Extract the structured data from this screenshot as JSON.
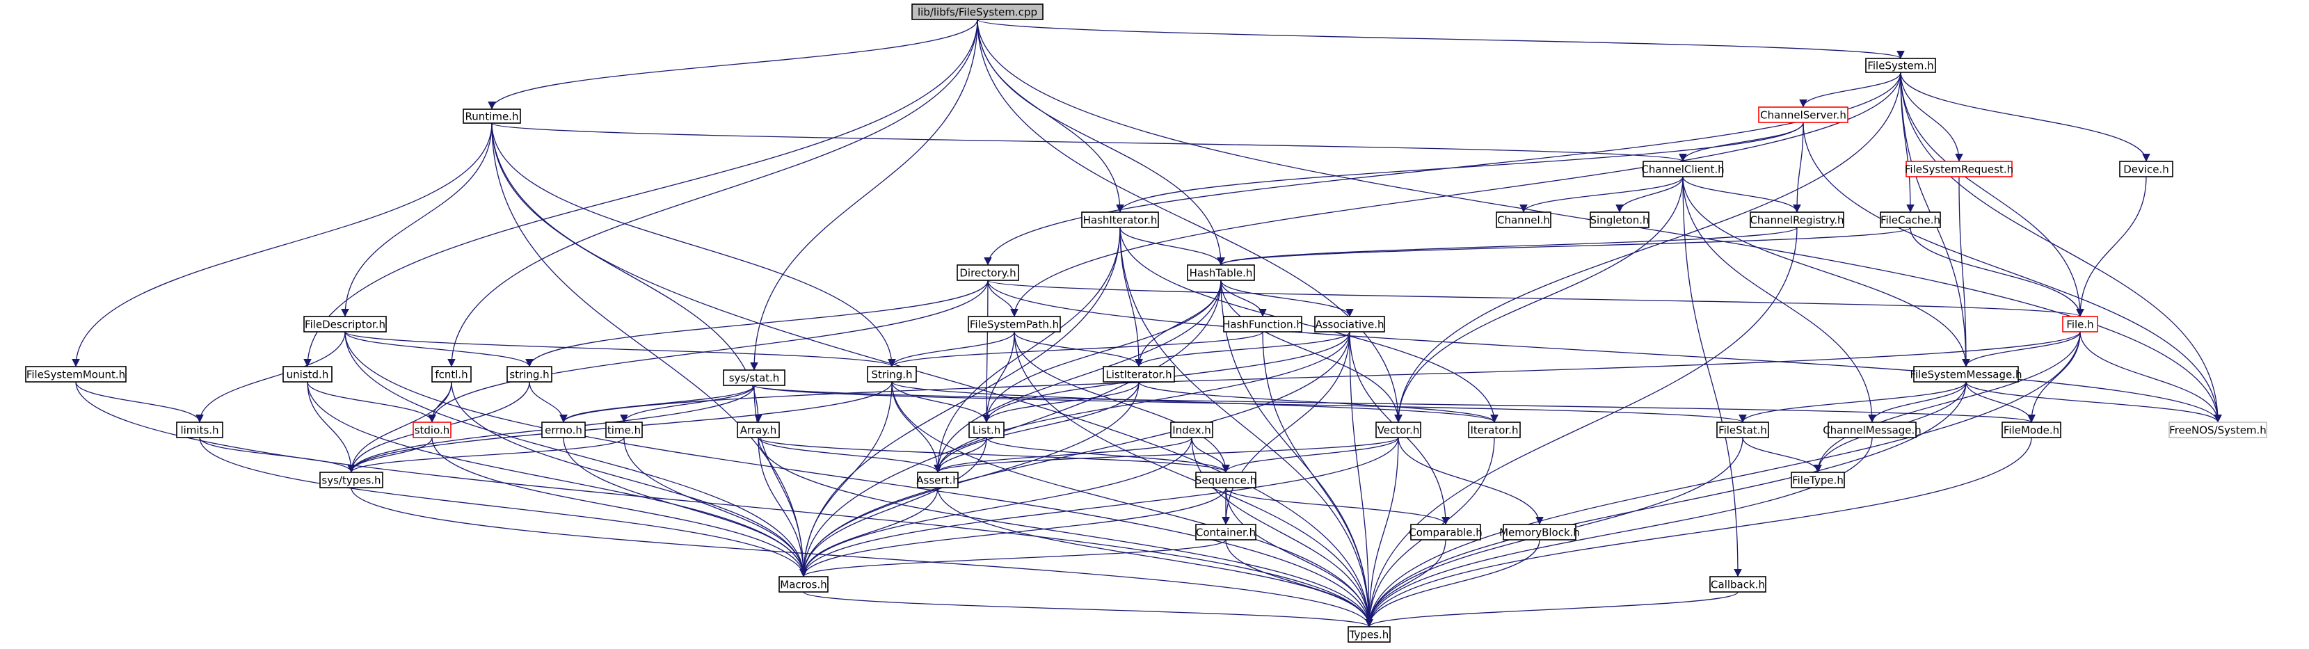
{
  "graph": {
    "colors": {
      "edge": "#191970",
      "root_fill": "#bfbfbf",
      "root_border": "#000000",
      "node_fill": "#ffffff",
      "node_border": "#000000",
      "truncated_border": "#ff0000",
      "external_border": "#bfbfbf"
    },
    "nodes": [
      {
        "id": "root",
        "label": "lib/libfs/FileSystem.cpp",
        "kind": "root"
      },
      {
        "id": "filesystem_h",
        "label": "FileSystem.h",
        "kind": "normal"
      },
      {
        "id": "runtime_h",
        "label": "Runtime.h",
        "kind": "normal"
      },
      {
        "id": "channelserver_h",
        "label": "ChannelServer.h",
        "kind": "truncated"
      },
      {
        "id": "filesystemrequest_h",
        "label": "FileSystemRequest.h",
        "kind": "truncated"
      },
      {
        "id": "device_h",
        "label": "Device.h",
        "kind": "normal"
      },
      {
        "id": "channelclient_h",
        "label": "ChannelClient.h",
        "kind": "normal"
      },
      {
        "id": "hashiterator_h",
        "label": "HashIterator.h",
        "kind": "normal"
      },
      {
        "id": "channel_h",
        "label": "Channel.h",
        "kind": "normal"
      },
      {
        "id": "singleton_h",
        "label": "Singleton.h",
        "kind": "normal"
      },
      {
        "id": "channelregistry_h",
        "label": "ChannelRegistry.h",
        "kind": "normal"
      },
      {
        "id": "filecache_h",
        "label": "FileCache.h",
        "kind": "normal"
      },
      {
        "id": "directory_h",
        "label": "Directory.h",
        "kind": "normal"
      },
      {
        "id": "hashtable_h",
        "label": "HashTable.h",
        "kind": "normal"
      },
      {
        "id": "file_h",
        "label": "File.h",
        "kind": "truncated"
      },
      {
        "id": "filedescriptor_h",
        "label": "FileDescriptor.h",
        "kind": "normal"
      },
      {
        "id": "filesystempath_h",
        "label": "FileSystemPath.h",
        "kind": "normal"
      },
      {
        "id": "hashfunction_h",
        "label": "HashFunction.h",
        "kind": "normal"
      },
      {
        "id": "associative_h",
        "label": "Associative.h",
        "kind": "normal"
      },
      {
        "id": "filesystemmount_h",
        "label": "FileSystemMount.h",
        "kind": "normal"
      },
      {
        "id": "unistd_h",
        "label": "unistd.h",
        "kind": "normal"
      },
      {
        "id": "fcntl_h",
        "label": "fcntl.h",
        "kind": "normal"
      },
      {
        "id": "string_h_lower",
        "label": "string.h",
        "kind": "normal"
      },
      {
        "id": "sysstat_h",
        "label": "sys/stat.h",
        "kind": "normal"
      },
      {
        "id": "string_h",
        "label": "String.h",
        "kind": "normal"
      },
      {
        "id": "listiterator_h",
        "label": "ListIterator.h",
        "kind": "normal"
      },
      {
        "id": "filesystemmessage_h",
        "label": "FileSystemMessage.h",
        "kind": "normal"
      },
      {
        "id": "limits_h",
        "label": "limits.h",
        "kind": "normal"
      },
      {
        "id": "stdio_h",
        "label": "stdio.h",
        "kind": "truncated"
      },
      {
        "id": "errno_h",
        "label": "errno.h",
        "kind": "normal"
      },
      {
        "id": "time_h",
        "label": "time.h",
        "kind": "normal"
      },
      {
        "id": "array_h",
        "label": "Array.h",
        "kind": "normal"
      },
      {
        "id": "list_h",
        "label": "List.h",
        "kind": "normal"
      },
      {
        "id": "iterator_h",
        "label": "Iterator.h",
        "kind": "normal"
      },
      {
        "id": "index_h",
        "label": "Index.h",
        "kind": "normal"
      },
      {
        "id": "vector_h",
        "label": "Vector.h",
        "kind": "normal"
      },
      {
        "id": "filestat_h",
        "label": "FileStat.h",
        "kind": "normal"
      },
      {
        "id": "channelmessage_h",
        "label": "ChannelMessage.h",
        "kind": "normal"
      },
      {
        "id": "filemode_h",
        "label": "FileMode.h",
        "kind": "normal"
      },
      {
        "id": "freenos_system_h",
        "label": "FreeNOS/System.h",
        "kind": "external"
      },
      {
        "id": "systypes_h",
        "label": "sys/types.h",
        "kind": "normal"
      },
      {
        "id": "assert_h",
        "label": "Assert.h",
        "kind": "normal"
      },
      {
        "id": "sequence_h",
        "label": "Sequence.h",
        "kind": "normal"
      },
      {
        "id": "filetype_h",
        "label": "FileType.h",
        "kind": "normal"
      },
      {
        "id": "container_h",
        "label": "Container.h",
        "kind": "normal"
      },
      {
        "id": "comparable_h",
        "label": "Comparable.h",
        "kind": "normal"
      },
      {
        "id": "memoryblock_h",
        "label": "MemoryBlock.h",
        "kind": "normal"
      },
      {
        "id": "callback_h",
        "label": "Callback.h",
        "kind": "normal"
      },
      {
        "id": "macros_h",
        "label": "Macros.h",
        "kind": "normal"
      },
      {
        "id": "types_h",
        "label": "Types.h",
        "kind": "normal"
      }
    ],
    "edges": [
      [
        "root",
        "filesystem_h"
      ],
      [
        "root",
        "runtime_h"
      ],
      [
        "root",
        "unistd_h"
      ],
      [
        "root",
        "fcntl_h"
      ],
      [
        "root",
        "sysstat_h"
      ],
      [
        "root",
        "hashiterator_h"
      ],
      [
        "root",
        "hashtable_h"
      ],
      [
        "root",
        "vector_h"
      ],
      [
        "root",
        "freenos_system_h"
      ],
      [
        "filesystem_h",
        "channelserver_h"
      ],
      [
        "filesystem_h",
        "filesystemrequest_h"
      ],
      [
        "filesystem_h",
        "device_h"
      ],
      [
        "filesystem_h",
        "filecache_h"
      ],
      [
        "filesystem_h",
        "directory_h"
      ],
      [
        "filesystem_h",
        "file_h"
      ],
      [
        "filesystem_h",
        "filesystempath_h"
      ],
      [
        "filesystem_h",
        "filesystemmessage_h"
      ],
      [
        "filesystem_h",
        "freenos_system_h"
      ],
      [
        "filesystem_h",
        "vector_h"
      ],
      [
        "runtime_h",
        "channelclient_h"
      ],
      [
        "runtime_h",
        "filedescriptor_h"
      ],
      [
        "runtime_h",
        "filesystemmount_h"
      ],
      [
        "runtime_h",
        "string_h"
      ],
      [
        "runtime_h",
        "array_h"
      ],
      [
        "runtime_h",
        "macros_h"
      ],
      [
        "runtime_h",
        "types_h"
      ],
      [
        "channelserver_h",
        "channelclient_h"
      ],
      [
        "channelserver_h",
        "channelregistry_h"
      ],
      [
        "channelserver_h",
        "hashiterator_h"
      ],
      [
        "channelserver_h",
        "freenos_system_h"
      ],
      [
        "filesystemrequest_h",
        "filesystemmessage_h"
      ],
      [
        "device_h",
        "file_h"
      ],
      [
        "channelclient_h",
        "channel_h"
      ],
      [
        "channelclient_h",
        "singleton_h"
      ],
      [
        "channelclient_h",
        "channelregistry_h"
      ],
      [
        "channelclient_h",
        "channelmessage_h"
      ],
      [
        "channelclient_h",
        "callback_h"
      ],
      [
        "channelclient_h",
        "vector_h"
      ],
      [
        "channelclient_h",
        "filesystemmessage_h"
      ],
      [
        "hashiterator_h",
        "hashtable_h"
      ],
      [
        "hashiterator_h",
        "listiterator_h"
      ],
      [
        "hashiterator_h",
        "iterator_h"
      ],
      [
        "hashiterator_h",
        "assert_h"
      ],
      [
        "hashiterator_h",
        "macros_h"
      ],
      [
        "hashiterator_h",
        "types_h"
      ],
      [
        "channelregistry_h",
        "hashtable_h"
      ],
      [
        "channelregistry_h",
        "types_h"
      ],
      [
        "filecache_h",
        "hashtable_h"
      ],
      [
        "filecache_h",
        "file_h"
      ],
      [
        "directory_h",
        "file_h"
      ],
      [
        "directory_h",
        "filesystempath_h"
      ],
      [
        "directory_h",
        "string_h_lower"
      ],
      [
        "directory_h",
        "stdio_h"
      ],
      [
        "directory_h",
        "list_h"
      ],
      [
        "directory_h",
        "freenos_system_h"
      ],
      [
        "hashtable_h",
        "hashfunction_h"
      ],
      [
        "hashtable_h",
        "associative_h"
      ],
      [
        "hashtable_h",
        "list_h"
      ],
      [
        "hashtable_h",
        "listiterator_h"
      ],
      [
        "hashtable_h",
        "vector_h"
      ],
      [
        "hashtable_h",
        "assert_h"
      ],
      [
        "hashtable_h",
        "macros_h"
      ],
      [
        "hashtable_h",
        "types_h"
      ],
      [
        "file_h",
        "filesystemmessage_h"
      ],
      [
        "file_h",
        "filemode_h"
      ],
      [
        "file_h",
        "filetype_h"
      ],
      [
        "file_h",
        "freenos_system_h"
      ],
      [
        "file_h",
        "errno_h"
      ],
      [
        "file_h",
        "types_h"
      ],
      [
        "filedescriptor_h",
        "string_h_lower"
      ],
      [
        "filedescriptor_h",
        "limits_h"
      ],
      [
        "filedescriptor_h",
        "string_h"
      ],
      [
        "filedescriptor_h",
        "macros_h"
      ],
      [
        "filedescriptor_h",
        "types_h"
      ],
      [
        "filesystempath_h",
        "string_h"
      ],
      [
        "filesystempath_h",
        "list_h"
      ],
      [
        "filesystempath_h",
        "listiterator_h"
      ],
      [
        "filesystempath_h",
        "sequence_h"
      ],
      [
        "filesystempath_h",
        "types_h"
      ],
      [
        "hashfunction_h",
        "string_h"
      ],
      [
        "hashfunction_h",
        "types_h"
      ],
      [
        "associative_h",
        "list_h"
      ],
      [
        "associative_h",
        "listiterator_h"
      ],
      [
        "associative_h",
        "container_h"
      ],
      [
        "associative_h",
        "comparable_h"
      ],
      [
        "associative_h",
        "assert_h"
      ],
      [
        "associative_h",
        "macros_h"
      ],
      [
        "associative_h",
        "types_h"
      ],
      [
        "filesystemmount_h",
        "limits_h"
      ],
      [
        "filesystemmount_h",
        "types_h"
      ],
      [
        "unistd_h",
        "stdio_h"
      ],
      [
        "unistd_h",
        "systypes_h"
      ],
      [
        "unistd_h",
        "macros_h"
      ],
      [
        "fcntl_h",
        "stdio_h"
      ],
      [
        "fcntl_h",
        "systypes_h"
      ],
      [
        "fcntl_h",
        "macros_h"
      ],
      [
        "string_h_lower",
        "errno_h"
      ],
      [
        "string_h_lower",
        "systypes_h"
      ],
      [
        "sysstat_h",
        "errno_h"
      ],
      [
        "sysstat_h",
        "time_h"
      ],
      [
        "sysstat_h",
        "systypes_h"
      ],
      [
        "sysstat_h",
        "filestat_h"
      ],
      [
        "sysstat_h",
        "filemode_h"
      ],
      [
        "sysstat_h",
        "macros_h"
      ],
      [
        "string_h",
        "list_h"
      ],
      [
        "string_h",
        "iterator_h"
      ],
      [
        "string_h",
        "assert_h"
      ],
      [
        "string_h",
        "macros_h"
      ],
      [
        "string_h",
        "types_h"
      ],
      [
        "string_h",
        "systypes_h"
      ],
      [
        "listiterator_h",
        "list_h"
      ],
      [
        "listiterator_h",
        "iterator_h"
      ],
      [
        "listiterator_h",
        "assert_h"
      ],
      [
        "listiterator_h",
        "macros_h"
      ],
      [
        "filesystemmessage_h",
        "channelmessage_h"
      ],
      [
        "filesystemmessage_h",
        "filestat_h"
      ],
      [
        "filesystemmessage_h",
        "filemode_h"
      ],
      [
        "filesystemmessage_h",
        "filetype_h"
      ],
      [
        "filesystemmessage_h",
        "freenos_system_h"
      ],
      [
        "filesystemmessage_h",
        "types_h"
      ],
      [
        "limits_h",
        "systypes_h"
      ],
      [
        "limits_h",
        "macros_h"
      ],
      [
        "stdio_h",
        "systypes_h"
      ],
      [
        "stdio_h",
        "macros_h"
      ],
      [
        "errno_h",
        "macros_h"
      ],
      [
        "time_h",
        "systypes_h"
      ],
      [
        "time_h",
        "macros_h"
      ],
      [
        "array_h",
        "sequence_h"
      ],
      [
        "array_h",
        "assert_h"
      ],
      [
        "array_h",
        "macros_h"
      ],
      [
        "array_h",
        "types_h"
      ],
      [
        "list_h",
        "sequence_h"
      ],
      [
        "list_h",
        "assert_h"
      ],
      [
        "list_h",
        "macros_h"
      ],
      [
        "iterator_h",
        "types_h"
      ],
      [
        "index_h",
        "sequence_h"
      ],
      [
        "index_h",
        "assert_h"
      ],
      [
        "index_h",
        "macros_h"
      ],
      [
        "index_h",
        "types_h"
      ],
      [
        "vector_h",
        "sequence_h"
      ],
      [
        "vector_h",
        "memoryblock_h"
      ],
      [
        "vector_h",
        "assert_h"
      ],
      [
        "vector_h",
        "macros_h"
      ],
      [
        "vector_h",
        "types_h"
      ],
      [
        "filestat_h",
        "filetype_h"
      ],
      [
        "filestat_h",
        "types_h"
      ],
      [
        "channelmessage_h",
        "types_h"
      ],
      [
        "filemode_h",
        "types_h"
      ],
      [
        "systypes_h",
        "types_h"
      ],
      [
        "assert_h",
        "macros_h"
      ],
      [
        "assert_h",
        "types_h"
      ],
      [
        "sequence_h",
        "container_h"
      ],
      [
        "sequence_h",
        "comparable_h"
      ],
      [
        "sequence_h",
        "macros_h"
      ],
      [
        "sequence_h",
        "types_h"
      ],
      [
        "container_h",
        "macros_h"
      ],
      [
        "container_h",
        "types_h"
      ],
      [
        "comparable_h",
        "types_h"
      ],
      [
        "memoryblock_h",
        "types_h"
      ],
      [
        "callback_h",
        "types_h"
      ],
      [
        "macros_h",
        "types_h"
      ]
    ]
  }
}
